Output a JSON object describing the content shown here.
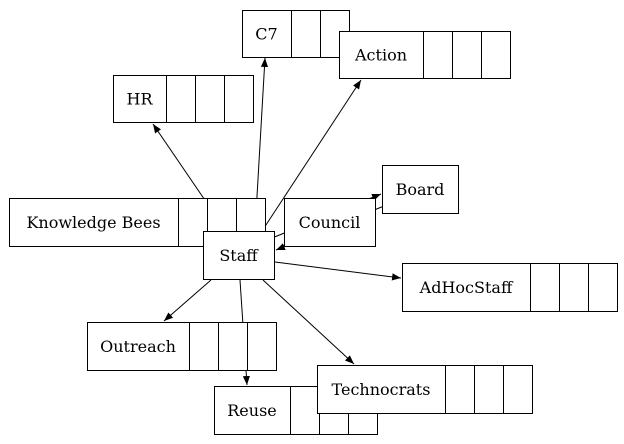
{
  "diagram": {
    "nodes": [
      {
        "id": "c7",
        "label": "C7",
        "cells": 2
      },
      {
        "id": "action",
        "label": "Action",
        "cells": 3
      },
      {
        "id": "hr",
        "label": "HR",
        "cells": 3
      },
      {
        "id": "board",
        "label": "Board",
        "cells": 0
      },
      {
        "id": "knowledge-bees",
        "label": "Knowledge Bees",
        "cells": 3
      },
      {
        "id": "council",
        "label": "Council",
        "cells": 0
      },
      {
        "id": "staff",
        "label": "Staff",
        "cells": 0
      },
      {
        "id": "adhocstaff",
        "label": "AdHocStaff",
        "cells": 3
      },
      {
        "id": "outreach",
        "label": "Outreach",
        "cells": 3
      },
      {
        "id": "technocrats",
        "label": "Technocrats",
        "cells": 3
      },
      {
        "id": "reuse",
        "label": "Reuse",
        "cells": 3
      }
    ],
    "edges": [
      {
        "from": "staff",
        "to": "c7"
      },
      {
        "from": "staff",
        "to": "action"
      },
      {
        "from": "staff",
        "to": "hr"
      },
      {
        "from": "staff",
        "to": "board"
      },
      {
        "from": "board",
        "to": "staff"
      },
      {
        "from": "staff",
        "to": "knowledge-bees"
      },
      {
        "from": "staff",
        "to": "adhocstaff"
      },
      {
        "from": "staff",
        "to": "outreach"
      },
      {
        "from": "staff",
        "to": "reuse"
      },
      {
        "from": "staff",
        "to": "technocrats"
      }
    ]
  }
}
